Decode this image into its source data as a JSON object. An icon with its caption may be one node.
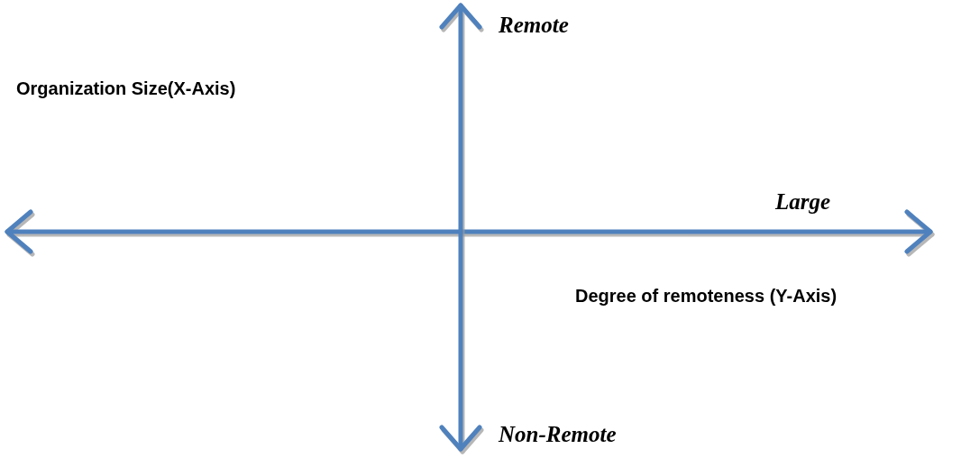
{
  "diagram": {
    "labels": [
      "Remote",
      "Organization Size(X-Axis)",
      "Large",
      "Degree of remoteness (Y-Axis)",
      "Non-Remote"
    ]
  }
}
